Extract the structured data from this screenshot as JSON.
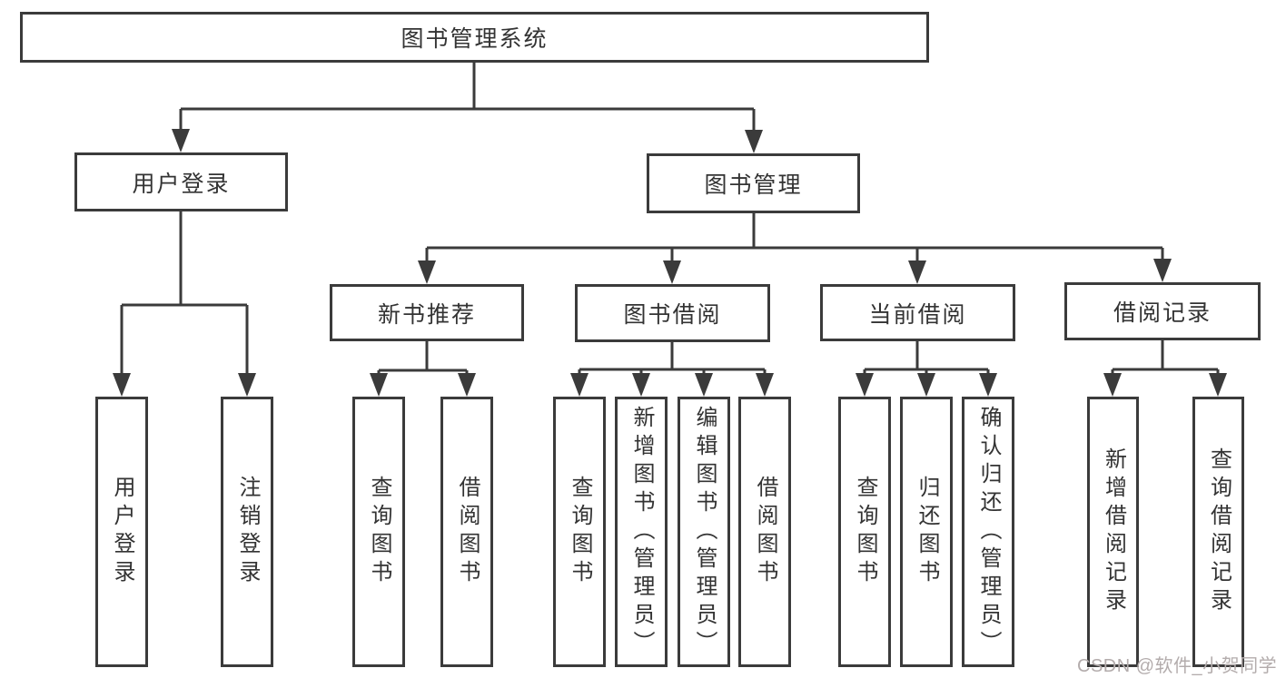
{
  "diagram": {
    "root": {
      "label": "图书管理系统"
    },
    "level2": [
      {
        "id": "user-login",
        "label": "用户登录"
      },
      {
        "id": "book-management",
        "label": "图书管理"
      }
    ],
    "level3": [
      {
        "id": "new-book-recommend",
        "label": "新书推荐",
        "parent": "图书管理"
      },
      {
        "id": "book-borrowing",
        "label": "图书借阅",
        "parent": "图书管理"
      },
      {
        "id": "current-borrowing",
        "label": "当前借阅",
        "parent": "图书管理"
      },
      {
        "id": "borrowing-records",
        "label": "借阅记录",
        "parent": "图书管理"
      }
    ],
    "leaves": [
      {
        "label": "用户登录",
        "parent": "用户登录"
      },
      {
        "label": "注销登录",
        "parent": "用户登录"
      },
      {
        "label": "查询图书",
        "parent": "新书推荐"
      },
      {
        "label": "借阅图书",
        "parent": "新书推荐"
      },
      {
        "label": "查询图书",
        "parent": "图书借阅"
      },
      {
        "label": "新增图书（管理员）",
        "parent": "图书借阅"
      },
      {
        "label": "编辑图书（管理员）",
        "parent": "图书借阅"
      },
      {
        "label": "借阅图书",
        "parent": "图书借阅"
      },
      {
        "label": "查询图书",
        "parent": "当前借阅"
      },
      {
        "label": "归还图书",
        "parent": "当前借阅"
      },
      {
        "label": "确认归还（管理员）",
        "parent": "当前借阅"
      },
      {
        "label": "新增借阅记录",
        "parent": "借阅记录"
      },
      {
        "label": "查询借阅记录",
        "parent": "借阅记录"
      }
    ],
    "watermark": "CSDN @软件_小贺同学",
    "colors": {
      "line": "#3b3b3b",
      "text": "#333333",
      "watermark": "#b3acac",
      "background": "#ffffff"
    }
  }
}
